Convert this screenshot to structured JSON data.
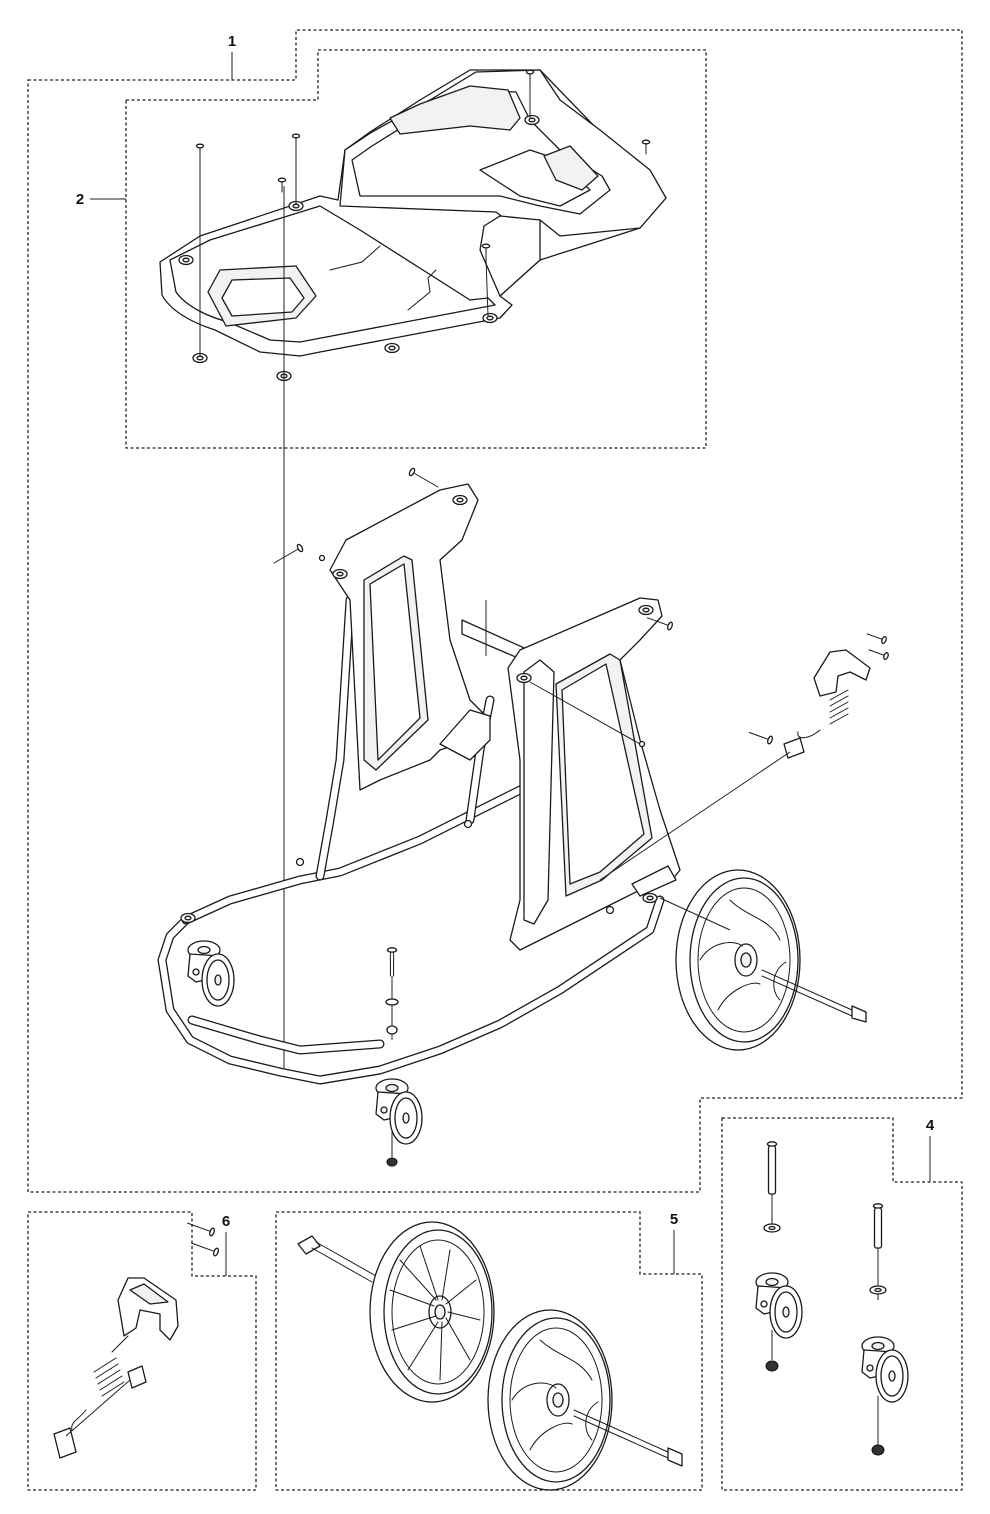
{
  "callouts": [
    {
      "id": "1",
      "label": "1"
    },
    {
      "id": "2",
      "label": "2"
    },
    {
      "id": "3",
      "label": "4"
    },
    {
      "id": "4",
      "label": "5"
    },
    {
      "id": "5",
      "label": "6"
    }
  ],
  "groups": {
    "main_assembly": {
      "callout": "1"
    },
    "tray": {
      "callout": "2"
    },
    "caster_kit": {
      "callout": "4"
    },
    "wheel_kit": {
      "callout": "5"
    },
    "handle_latch_kit": {
      "callout": "6"
    }
  }
}
